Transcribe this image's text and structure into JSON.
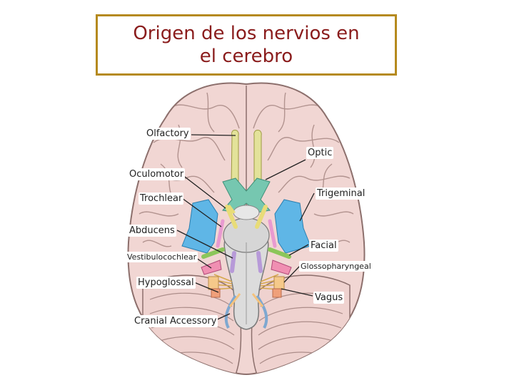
{
  "title": "Origen de los nervios en el cerebro",
  "labels": {
    "olfactory": "Olfactory",
    "optic": "Optic",
    "oculomotor": "Oculomotor",
    "trigeminal": "Trigeminal",
    "trochlear": "Trochlear",
    "abducens": "Abducens",
    "facial": "Facial",
    "vestibulocochlear": "Vestibulocochlear",
    "glossopharyngeal": "Glossopharyngeal",
    "hypoglossal": "Hypoglossal",
    "vagus": "Vagus",
    "cranial_accessory": "Cranial Accessory"
  },
  "colors": {
    "title_border": "#b58a1e",
    "title_text": "#8a1c1c",
    "brain": "#f1d6d3",
    "olfactory": "#e3e29a",
    "optic": "#76c7b0",
    "oculomotor": "#e8dc78",
    "trochlear": "#e89ad0",
    "trigeminal": "#5fb6e6",
    "abducens": "#b79ad8",
    "facial": "#8cc65a",
    "vestibulocochlear": "#f08fb2",
    "glossopharyngeal": "#f5c98a",
    "vagus": "#f0a07a",
    "accessory": "#7fa8d0",
    "hypoglossal": "#f4c27c"
  }
}
